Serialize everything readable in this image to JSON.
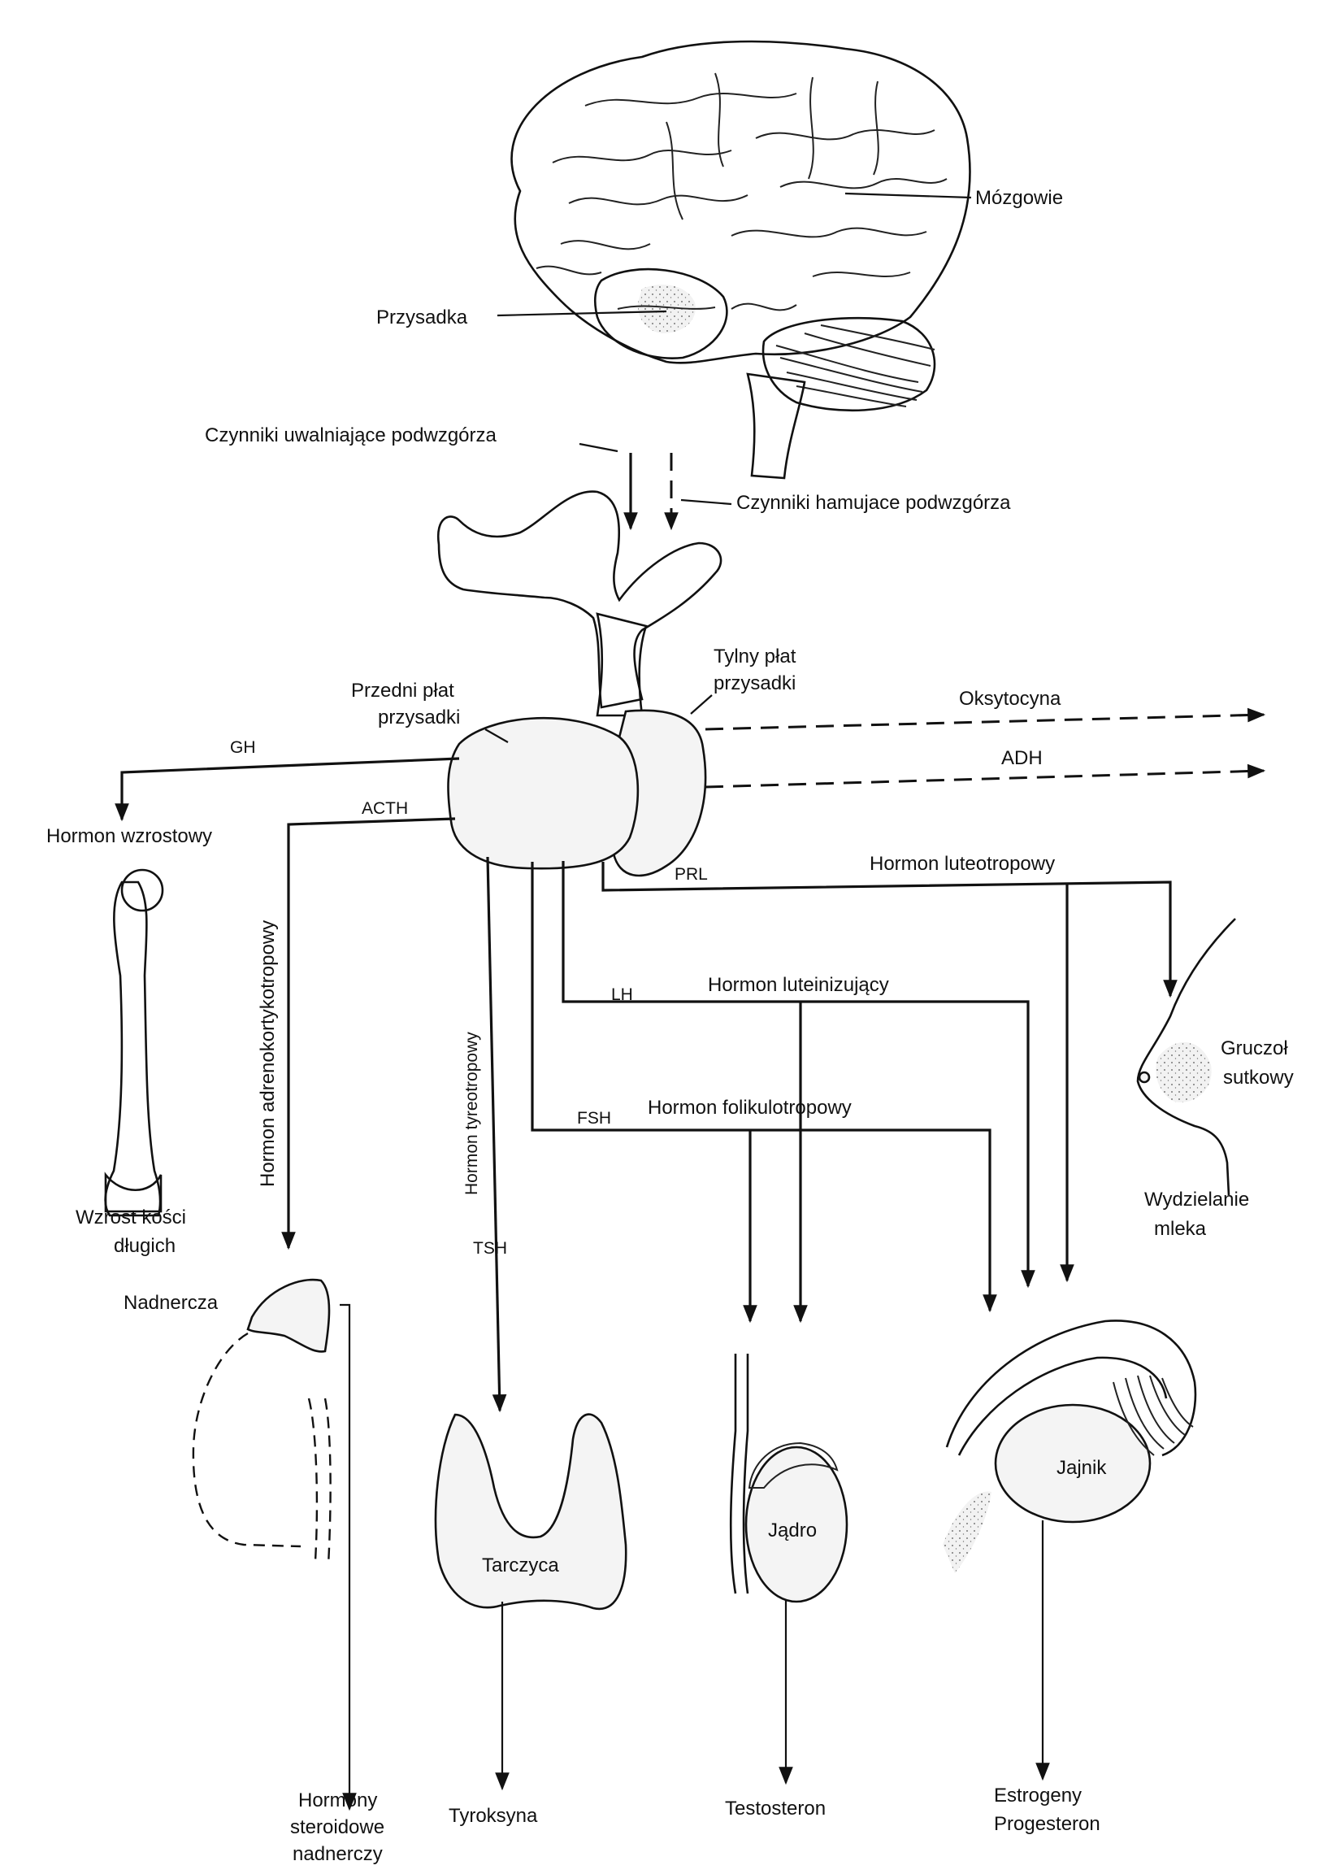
{
  "brain": {
    "label_brain": "Mózgowie",
    "label_pituitary": "Przysadka"
  },
  "hypothalamus": {
    "releasing_factors": "Czynniki uwalniające podwzgórza",
    "inhibiting_factors": "Czynniki hamujace podwzgórza"
  },
  "pituitary": {
    "anterior_line1": "Przedni płat",
    "anterior_line2": "przysadki",
    "posterior_line1": "Tylny płat",
    "posterior_line2": "przysadki"
  },
  "hormones": {
    "oxytocin": "Oksytocyna",
    "adh": "ADH",
    "gh": "GH",
    "gh_name": "Hormon wzrostowy",
    "acth": "ACTH",
    "acth_name": "Hormon adrenokortykotropowy",
    "tsh": "TSH",
    "tsh_name": "Hormon tyreotropowy",
    "prl": "PRL",
    "prl_name": "Hormon luteotropowy",
    "lh": "LH",
    "lh_name": "Hormon luteinizujący",
    "fsh": "FSH",
    "fsh_name": "Hormon folikulotropowy"
  },
  "targets": {
    "bone_line1": "Wzrost kości",
    "bone_line2": "długich",
    "adrenal": "Nadnercza",
    "adrenal_out_line1": "Hormony",
    "adrenal_out_line2": "steroidowe",
    "adrenal_out_line3": "nadnerczy",
    "thyroid": "Tarczyca",
    "thyroid_out": "Tyroksyna",
    "testis": "Jądro",
    "testis_out": "Testosteron",
    "ovary": "Jajnik",
    "ovary_out_line1": "Estrogeny",
    "ovary_out_line2": "Progesteron",
    "mammary_line1": "Gruczoł",
    "mammary_line2": "sutkowy",
    "milk_line1": "Wydzielanie",
    "milk_line2": "mleka"
  }
}
